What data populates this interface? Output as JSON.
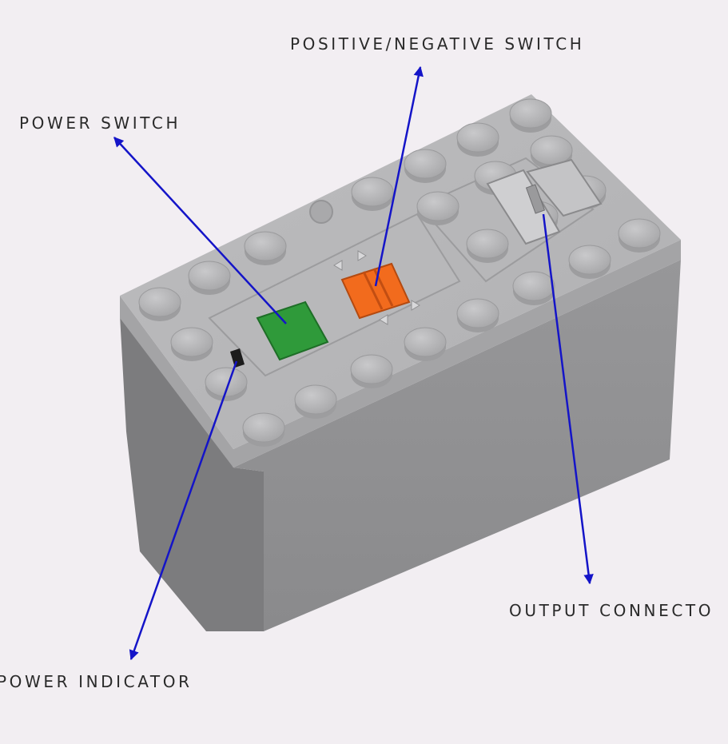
{
  "labels": {
    "positive_negative_switch": "POSITIVE/NEGATIVE SWITCH",
    "power_switch": "POWER SWITCH",
    "output_connector": "OUTPUT CONNECTO",
    "power_indicator": "POWER INDICATOR"
  },
  "colors": {
    "background": "#f2eef2",
    "brick_top": "#b3b3b5",
    "brick_front": "#8c8c8e",
    "brick_side": "#7b7b7d",
    "power_button": "#2f9a3a",
    "polarity_switch": "#f26b1d",
    "arrow": "#1414c8",
    "label_text": "#2a2a2a"
  },
  "icons": [
    "power-button",
    "polarity-switch",
    "power-indicator-slot",
    "output-connector-socket"
  ]
}
